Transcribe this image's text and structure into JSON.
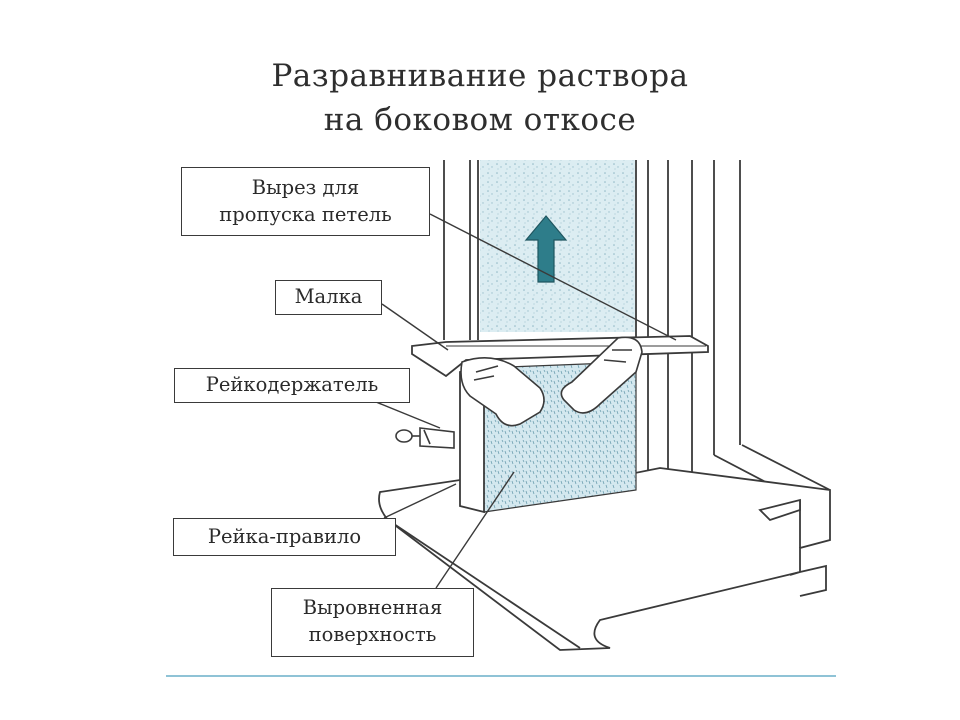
{
  "title": {
    "line1": "Разравнивание раствора",
    "line2": "на боковом откосе"
  },
  "labels": {
    "cut_line1": "Вырез для",
    "cut_line2": "пропуска петель",
    "malka": "Малка",
    "holder": "Рейкодержатель",
    "rule": "Рейка-правило",
    "surface_line1": "Выровненная",
    "surface_line2": "поверхность"
  },
  "colors": {
    "line": "#3a3a3a",
    "glass_fill": "#d7eaf0",
    "mortar_fill": "#cfe6ee",
    "arrow": "#2e7d8a",
    "footer_rule": "#8fc3d6"
  },
  "icons": {
    "arrow": "up-arrow-icon"
  }
}
